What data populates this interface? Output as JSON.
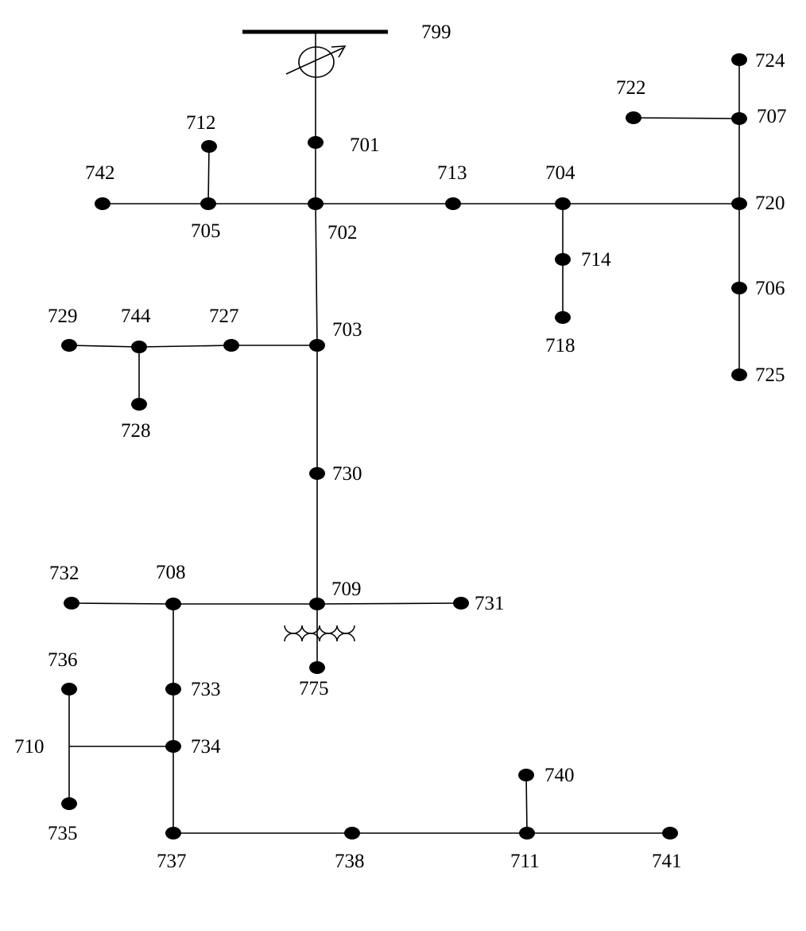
{
  "colors": {
    "ink": "#000000",
    "background": "#ffffff"
  },
  "icons": {
    "source": "regulator-icon",
    "transformer": "transformer-icon"
  },
  "nodes": [
    {
      "id": "799",
      "label": "799"
    },
    {
      "id": "701",
      "label": "701"
    },
    {
      "id": "702",
      "label": "702"
    },
    {
      "id": "703",
      "label": "703"
    },
    {
      "id": "704",
      "label": "704"
    },
    {
      "id": "705",
      "label": "705"
    },
    {
      "id": "706",
      "label": "706"
    },
    {
      "id": "707",
      "label": "707"
    },
    {
      "id": "708",
      "label": "708"
    },
    {
      "id": "709",
      "label": "709"
    },
    {
      "id": "710",
      "label": "710"
    },
    {
      "id": "711",
      "label": "711"
    },
    {
      "id": "712",
      "label": "712"
    },
    {
      "id": "713",
      "label": "713"
    },
    {
      "id": "714",
      "label": "714"
    },
    {
      "id": "718",
      "label": "718"
    },
    {
      "id": "720",
      "label": "720"
    },
    {
      "id": "722",
      "label": "722"
    },
    {
      "id": "724",
      "label": "724"
    },
    {
      "id": "725",
      "label": "725"
    },
    {
      "id": "727",
      "label": "727"
    },
    {
      "id": "728",
      "label": "728"
    },
    {
      "id": "729",
      "label": "729"
    },
    {
      "id": "730",
      "label": "730"
    },
    {
      "id": "731",
      "label": "731"
    },
    {
      "id": "732",
      "label": "732"
    },
    {
      "id": "733",
      "label": "733"
    },
    {
      "id": "734",
      "label": "734"
    },
    {
      "id": "735",
      "label": "735"
    },
    {
      "id": "736",
      "label": "736"
    },
    {
      "id": "737",
      "label": "737"
    },
    {
      "id": "738",
      "label": "738"
    },
    {
      "id": "740",
      "label": "740"
    },
    {
      "id": "741",
      "label": "741"
    },
    {
      "id": "742",
      "label": "742"
    },
    {
      "id": "744",
      "label": "744"
    },
    {
      "id": "775",
      "label": "775"
    }
  ],
  "edges": [
    [
      "799",
      "701"
    ],
    [
      "701",
      "702"
    ],
    [
      "742",
      "705"
    ],
    [
      "705",
      "702"
    ],
    [
      "712",
      "705"
    ],
    [
      "702",
      "713"
    ],
    [
      "713",
      "704"
    ],
    [
      "704",
      "720"
    ],
    [
      "704",
      "714"
    ],
    [
      "714",
      "718"
    ],
    [
      "720",
      "707"
    ],
    [
      "707",
      "724"
    ],
    [
      "722",
      "707"
    ],
    [
      "720",
      "706"
    ],
    [
      "706",
      "725"
    ],
    [
      "702",
      "703"
    ],
    [
      "703",
      "727"
    ],
    [
      "727",
      "744"
    ],
    [
      "744",
      "729"
    ],
    [
      "744",
      "728"
    ],
    [
      "703",
      "730"
    ],
    [
      "730",
      "709"
    ],
    [
      "709",
      "708"
    ],
    [
      "708",
      "732"
    ],
    [
      "709",
      "731"
    ],
    [
      "709",
      "775"
    ],
    [
      "708",
      "733"
    ],
    [
      "733",
      "734"
    ],
    [
      "734",
      "710"
    ],
    [
      "710",
      "736"
    ],
    [
      "710",
      "735"
    ],
    [
      "734",
      "737"
    ],
    [
      "737",
      "738"
    ],
    [
      "738",
      "711"
    ],
    [
      "711",
      "740"
    ],
    [
      "711",
      "741"
    ]
  ]
}
